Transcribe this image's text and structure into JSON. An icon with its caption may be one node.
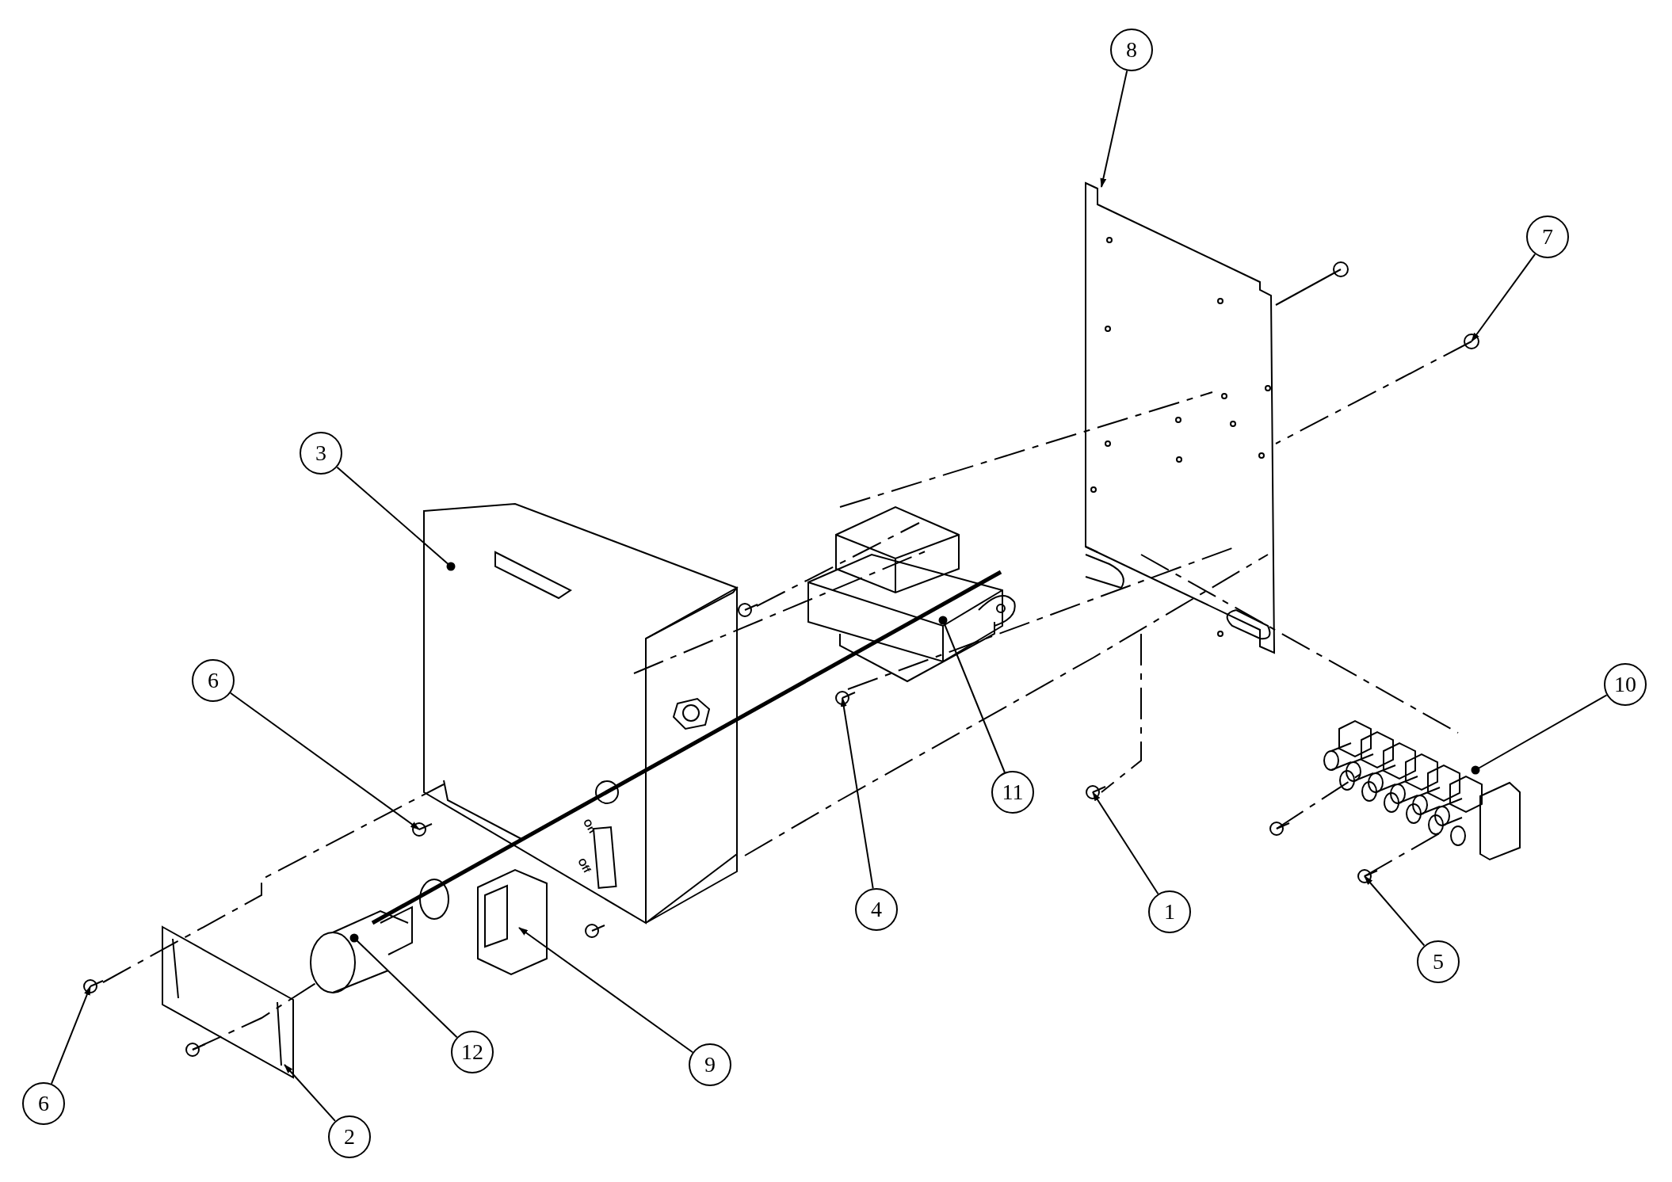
{
  "diagram": {
    "nodes": [
      {
        "text": [
          "8"
        ]
      },
      {
        "text": [
          "7"
        ]
      },
      {
        "text": [
          "3"
        ]
      },
      {
        "text": [
          "6"
        ]
      },
      {
        "text": [
          "10"
        ]
      },
      {
        "text": [
          "11"
        ]
      },
      {
        "text": [
          "4"
        ]
      },
      {
        "text": [
          "1"
        ]
      },
      {
        "text": [
          "5"
        ]
      },
      {
        "text": [
          "12"
        ]
      },
      {
        "text": [
          "9"
        ]
      },
      {
        "text": [
          "6"
        ]
      },
      {
        "text": [
          "2"
        ]
      }
    ],
    "edges": [
      {
        "from": 0,
        "to": null,
        "arrow": "to"
      },
      {
        "from": 1,
        "to": null,
        "arrow": "to"
      },
      {
        "from": 2,
        "to": null,
        "arrow": "other"
      },
      {
        "from": 3,
        "to": null,
        "arrow": "to"
      },
      {
        "from": 4,
        "to": null,
        "arrow": "other"
      },
      {
        "from": 5,
        "to": null,
        "arrow": "other"
      },
      {
        "from": 6,
        "to": null,
        "arrow": "to"
      },
      {
        "from": 7,
        "to": null,
        "arrow": "to"
      },
      {
        "from": 8,
        "to": null,
        "arrow": "to"
      },
      {
        "from": 9,
        "to": null,
        "arrow": "other"
      },
      {
        "from": 10,
        "to": null,
        "arrow": "to"
      },
      {
        "from": 11,
        "to": null,
        "arrow": "to"
      },
      {
        "from": 12,
        "to": null,
        "arrow": "to"
      }
    ],
    "labels": [
      "On",
      "Off"
    ]
  }
}
